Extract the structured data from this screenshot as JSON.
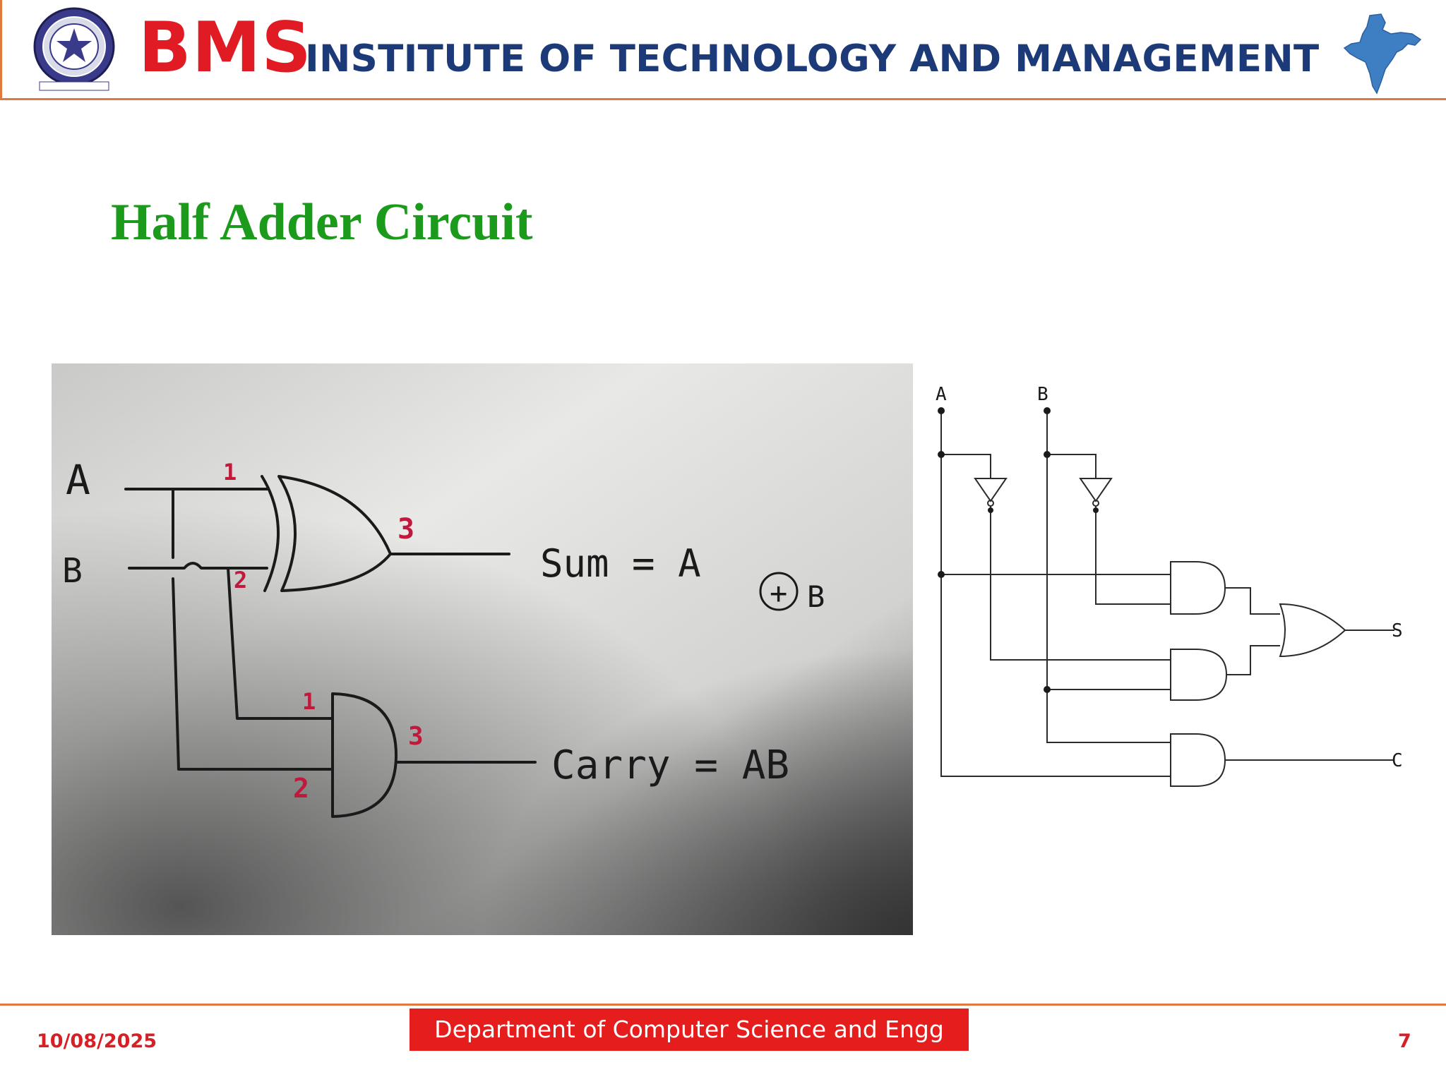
{
  "header": {
    "brand": "BMS",
    "institute": "INSTITUTE OF TECHNOLOGY AND MANAGEMENT",
    "logo_icon": "institute-seal-logo",
    "map_icon": "india-map-icon"
  },
  "slide": {
    "title": "Half Adder Circuit"
  },
  "photo": {
    "label_a": "A",
    "label_b": "B",
    "pin_1": "1",
    "pin_2": "2",
    "pin_3": "3",
    "and_pin_1": "1",
    "and_pin_2": "2",
    "and_pin_3": "3",
    "sum_label": "Sum = A",
    "xor_symbol": "+",
    "sum_b": "B",
    "carry_label": "Carry = AB"
  },
  "schematic": {
    "input_a": "A",
    "input_b": "B",
    "output_s": "S",
    "output_c": "C"
  },
  "footer": {
    "department": "Department of Computer Science and Engg",
    "date": "10/08/2025",
    "page": "7"
  },
  "colors": {
    "brand_red": "#e01b24",
    "institute_blue": "#1c3a78",
    "title_green": "#1b9a1b",
    "rule_orange": "#e07a3c",
    "footer_red": "#e51d1d"
  }
}
